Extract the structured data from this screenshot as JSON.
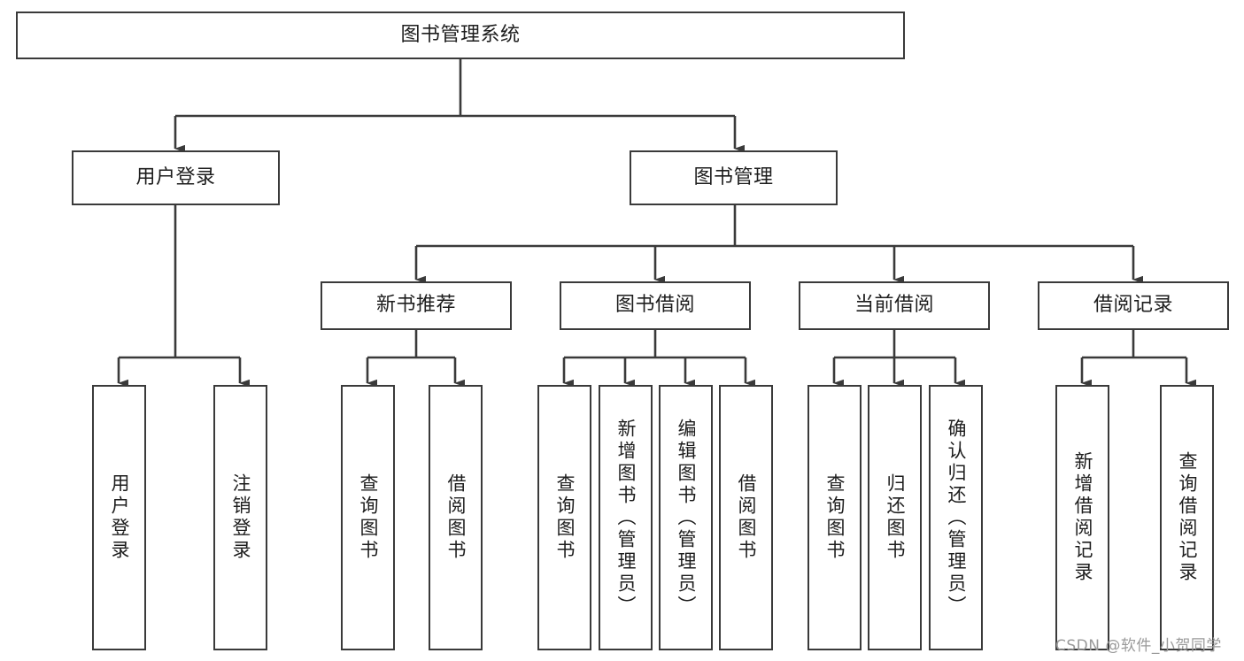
{
  "diagram": {
    "title": "图书管理系统",
    "type": "hierarchy-tree",
    "colors": {
      "stroke": "#3a3a3a",
      "fill": "#ffffff",
      "text": "#1d1d1d",
      "watermark": "#9a9a9a"
    },
    "levels": {
      "root": {
        "label": "图书管理系统"
      },
      "level2": [
        {
          "label": "用户登录"
        },
        {
          "label": "图书管理"
        }
      ],
      "level3": [
        {
          "label": "新书推荐"
        },
        {
          "label": "图书借阅"
        },
        {
          "label": "当前借阅"
        },
        {
          "label": "借阅记录"
        }
      ],
      "leaves": [
        {
          "label": "用户登录",
          "parent": "用户登录"
        },
        {
          "label": "注销登录",
          "parent": "用户登录"
        },
        {
          "label": "查询图书",
          "parent": "新书推荐"
        },
        {
          "label": "借阅图书",
          "parent": "新书推荐"
        },
        {
          "label": "查询图书",
          "parent": "图书借阅"
        },
        {
          "label": "新增图书（管理员）",
          "parent": "图书借阅"
        },
        {
          "label": "编辑图书（管理员）",
          "parent": "图书借阅"
        },
        {
          "label": "借阅图书",
          "parent": "图书借阅"
        },
        {
          "label": "查询图书",
          "parent": "当前借阅"
        },
        {
          "label": "归还图书",
          "parent": "当前借阅"
        },
        {
          "label": "确认归还（管理员）",
          "parent": "当前借阅"
        },
        {
          "label": "新增借阅记录",
          "parent": "借阅记录"
        },
        {
          "label": "查询借阅记录",
          "parent": "借阅记录"
        }
      ]
    }
  },
  "watermark": {
    "text": "CSDN @软件_小贺同学"
  }
}
